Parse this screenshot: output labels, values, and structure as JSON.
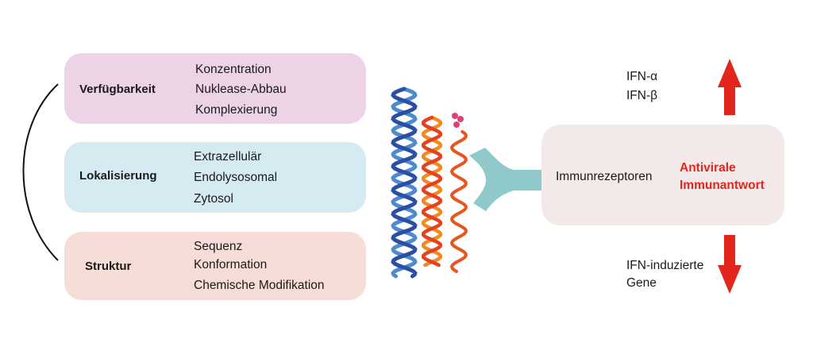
{
  "groups": [
    {
      "title": "Verfügbarkeit",
      "color": "#ecd3e6",
      "items": [
        "Konzentration",
        "Nuklease-Abbau",
        "Komplexierung"
      ]
    },
    {
      "title": "Lokalisierung",
      "color": "#d6eaf2",
      "items": [
        "Extrazellulär",
        "Endolysosomal",
        "Zytosol"
      ]
    },
    {
      "title": "Struktur",
      "color": "#f6ddd8",
      "items": [
        "Sequenz",
        "Konformation",
        "Chemische Modifikation"
      ]
    }
  ],
  "receptor": {
    "label": "Immunrezeptoren",
    "color": "#8fc9c9",
    "box_color": "#f2e9e8"
  },
  "response": {
    "line1": "Antivirale",
    "line2": "Immunantwort",
    "color": "#e2261c"
  },
  "outputs": {
    "up": {
      "line1": "IFN-α",
      "line2": "IFN-β"
    },
    "down": {
      "line1": "IFN-induzierte",
      "line2": "Gene"
    }
  },
  "strands": {
    "dsDNA_colors": [
      "#2a4fa3",
      "#4d8ad0"
    ],
    "dsRNA_colors": [
      "#e3431f",
      "#f08a22"
    ],
    "ssRNA_color": "#e8561f",
    "cap_color": "#e0407a"
  }
}
